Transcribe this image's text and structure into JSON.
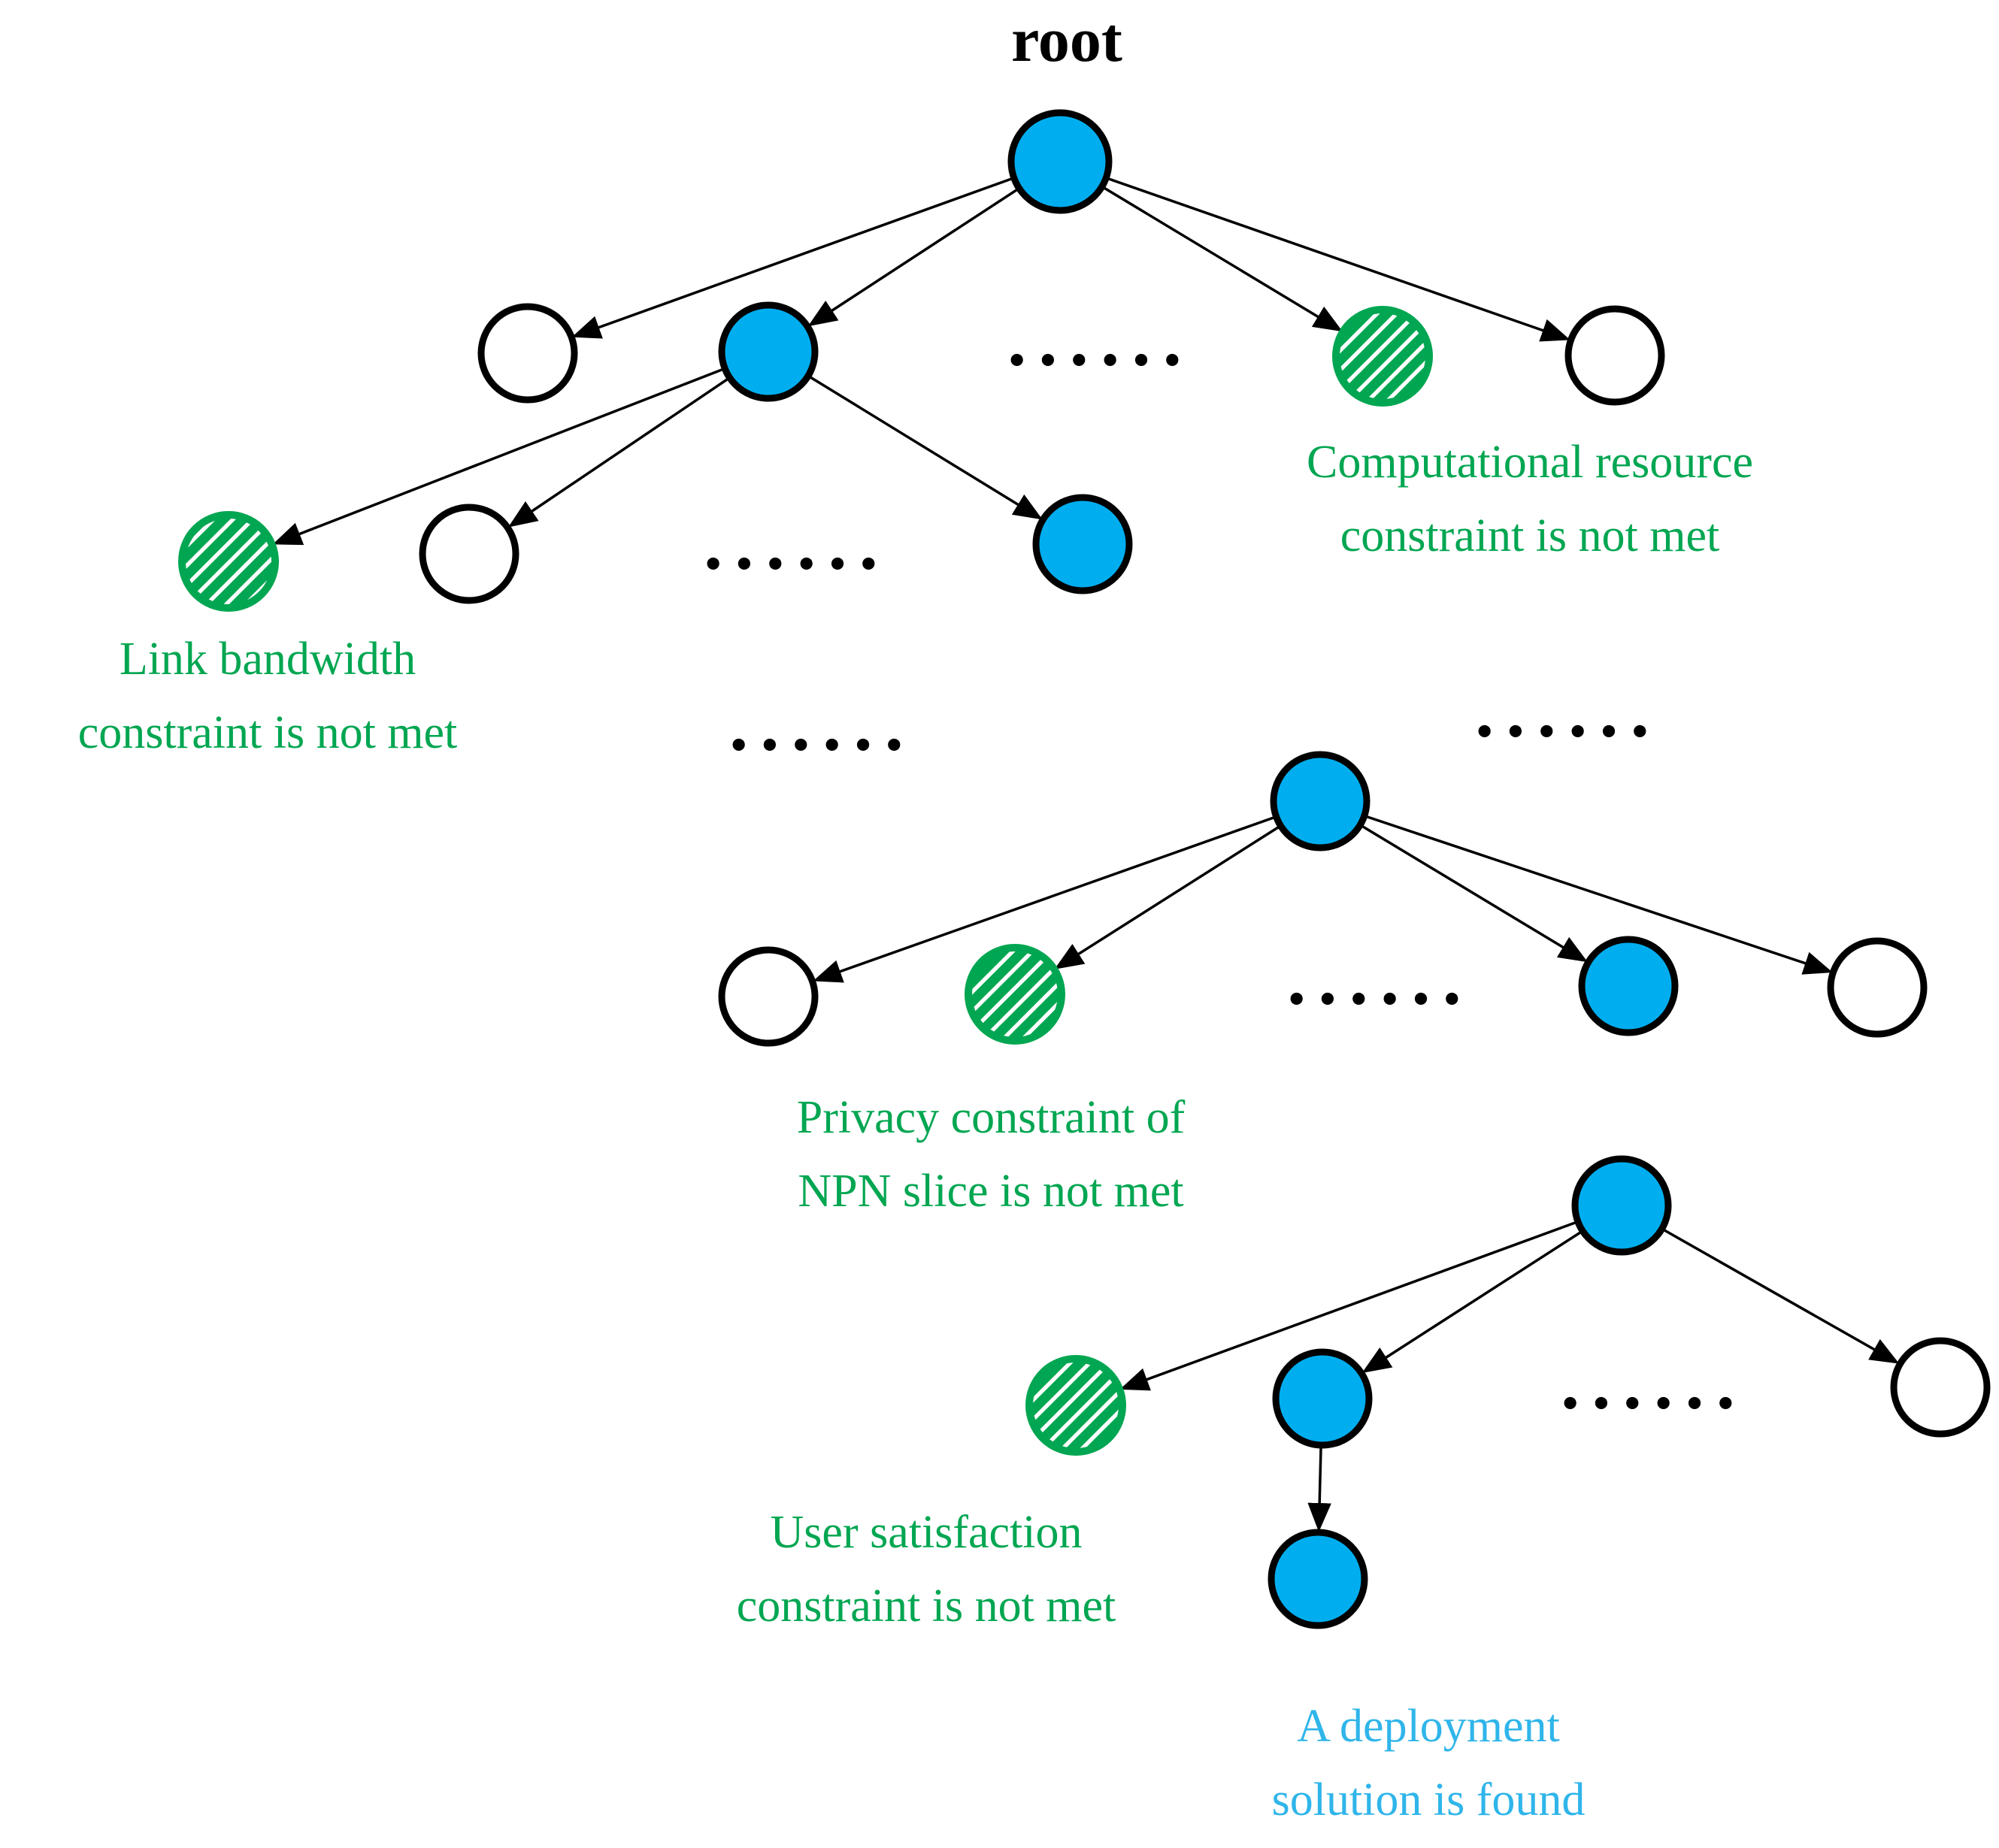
{
  "figure": {
    "colors": {
      "node_blue": "#00AEEF",
      "constraint_green": "#00A651",
      "deployment_blue": "#2FB5EA",
      "edge_black": "#000000",
      "node_white": "#ffffff"
    },
    "ellipsis": "······",
    "labels": {
      "root": "root",
      "computational": "Computational resource\nconstraint is not met",
      "link_bandwidth": "Link bandwidth\nconstraint is not met",
      "privacy": "Privacy constraint of\nNPN slice is not met",
      "user_satisfaction": "User satisfaction\nconstraint is not met",
      "deployment": "A deployment\nsolution is found"
    },
    "tree": {
      "levels": [
        {
          "nodes": [
            "blue-root"
          ]
        },
        {
          "nodes": [
            "white",
            "blue",
            "ellipsis",
            "green-hatched",
            "white"
          ],
          "annotation": "Computational resource constraint is not met (green hatched node)"
        },
        {
          "nodes": [
            "green-hatched",
            "white",
            "ellipsis",
            "blue"
          ],
          "annotation": "Link bandwidth constraint is not met (green hatched node)"
        },
        {
          "nodes": [
            "ellipsis",
            "blue",
            "ellipsis"
          ]
        },
        {
          "nodes": [
            "white",
            "green-hatched",
            "ellipsis",
            "blue",
            "white"
          ],
          "annotation": "Privacy constraint of NPN slice is not met (green hatched node)"
        },
        {
          "nodes": [
            "blue"
          ]
        },
        {
          "nodes": [
            "green-hatched",
            "blue",
            "ellipsis",
            "white"
          ],
          "annotation": "User satisfaction constraint is not met (green hatched node)"
        },
        {
          "nodes": [
            "blue"
          ],
          "annotation": "A deployment solution is found (blue node)"
        }
      ]
    }
  }
}
